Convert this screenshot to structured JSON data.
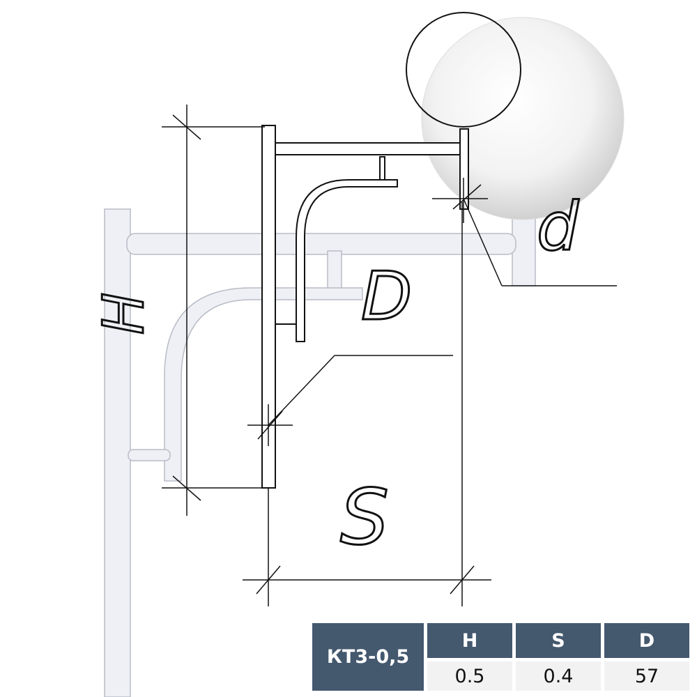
{
  "drawing_labels": {
    "H": "H",
    "S": "S",
    "D": "D",
    "d": "d"
  },
  "table": {
    "model": "КТ3-0,5",
    "headers": [
      "H",
      "S",
      "D"
    ],
    "values": [
      "0.5",
      "0.4",
      "57"
    ],
    "header_color": "#44586e"
  }
}
